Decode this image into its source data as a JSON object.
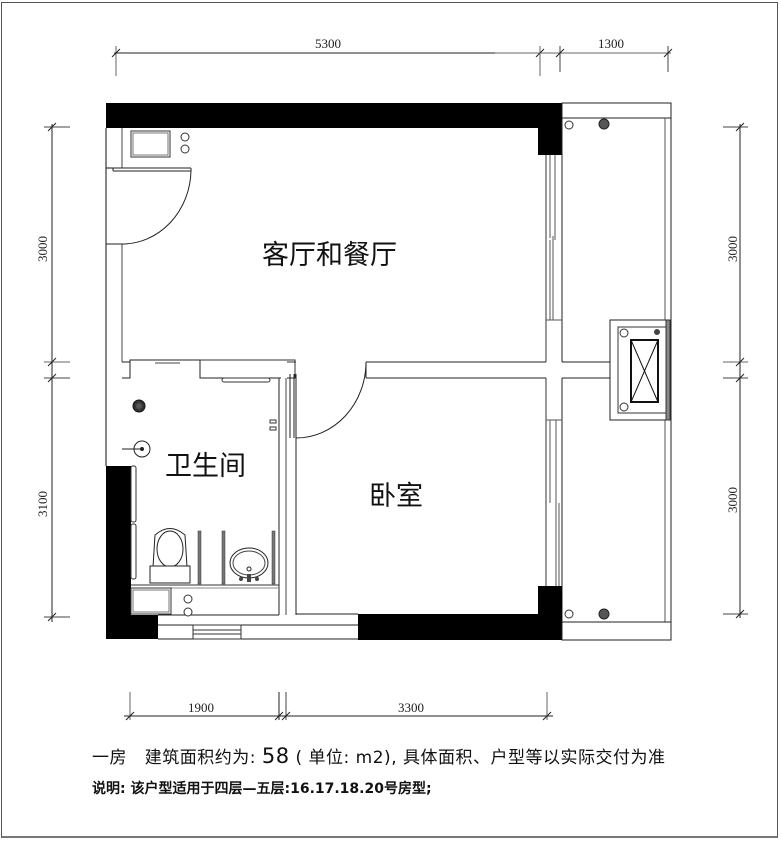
{
  "plan": {
    "title": "一房",
    "dimensions": {
      "top": [
        "5300",
        "1300"
      ],
      "left": [
        "3000",
        "3100"
      ],
      "right": [
        "3000",
        "3000"
      ],
      "bottom": [
        "1900",
        "3300"
      ]
    },
    "rooms": {
      "living_dining": "客厅和餐厅",
      "bathroom": "卫生间",
      "bedroom": "卧室"
    }
  },
  "caption": {
    "unit_type": "一房",
    "area_label": "建筑面积约为:",
    "area_value": "58",
    "unit_note": "( 单位: m2)",
    "disclaimer": ", 具体面积、户型等以实际交付为准"
  },
  "note": {
    "label": "说明:",
    "text": "该户型适用于四层—五层:16.17.18.20号房型;"
  }
}
